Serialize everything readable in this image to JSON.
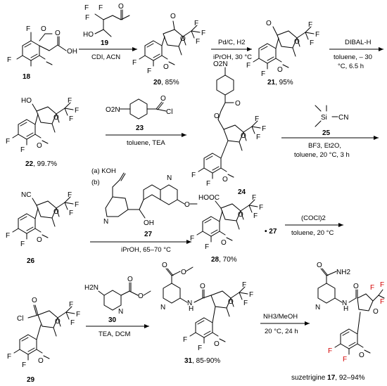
{
  "colors": {
    "ink": "#000000",
    "highlight": "#d40000"
  },
  "compounds": {
    "c18": {
      "num": "18",
      "atoms": [
        "F",
        "F",
        "O",
        "O",
        "OH"
      ]
    },
    "c19": {
      "num": "19",
      "atoms": [
        "F",
        "F",
        "F",
        "O",
        "HO"
      ]
    },
    "c20": {
      "num": "20",
      "yield": ", 85%",
      "atoms": [
        "O",
        "O",
        "F",
        "F",
        "F",
        "F",
        "F",
        "O"
      ]
    },
    "c21": {
      "num": "21",
      "yield": ", 95%",
      "atoms": [
        "O",
        "O",
        "F",
        "F",
        "F",
        "F",
        "F",
        "O"
      ]
    },
    "c22": {
      "num": "22",
      "yield": ", 99.7%",
      "atoms": [
        "HO",
        "O",
        "F",
        "F",
        "F",
        "F",
        "F",
        "O"
      ]
    },
    "c23": {
      "num": "23",
      "atoms": [
        "O",
        "Cl",
        "O2N"
      ]
    },
    "c24": {
      "num": "24",
      "atoms": [
        "O2N",
        "O",
        "O",
        "O",
        "F",
        "F",
        "F",
        "F",
        "F",
        "O"
      ]
    },
    "c25": {
      "num": "25",
      "atoms": [
        "Si",
        "CN"
      ]
    },
    "c26": {
      "num": "26",
      "atoms": [
        "NC",
        "O",
        "F",
        "F",
        "F",
        "F",
        "F",
        "O"
      ]
    },
    "c27": {
      "num": "27",
      "atoms": [
        "N",
        "N",
        "OH",
        "O"
      ]
    },
    "c28": {
      "num": "28",
      "yield": ", 70%",
      "salt": "• 27",
      "atoms": [
        "HOOC",
        "O",
        "F",
        "F",
        "F",
        "F",
        "F",
        "O"
      ]
    },
    "c29": {
      "num": "29",
      "atoms": [
        "O",
        "Cl",
        "O",
        "F",
        "F",
        "F",
        "F",
        "F",
        "O"
      ]
    },
    "c30": {
      "num": "30",
      "atoms": [
        "H2N",
        "N",
        "O",
        "O"
      ]
    },
    "c31": {
      "num": "31",
      "yield": ", 85-90%",
      "atoms": [
        "O",
        "O",
        "N",
        "H",
        "N",
        "O",
        "O",
        "F",
        "F",
        "F",
        "F",
        "F",
        "O"
      ]
    },
    "c17": {
      "name": "suzetrigine ",
      "num": "17",
      "yield": ", 92–94%",
      "atoms": [
        "O",
        "NH2",
        "N",
        "H",
        "N",
        "O",
        "O",
        "F",
        "F",
        "F",
        "F",
        "F",
        "O"
      ]
    }
  },
  "steps": {
    "s1": {
      "below": "CDI, ACN"
    },
    "s2": {
      "above": "Pd/C, H2",
      "below": "iPrOH, 30 °C"
    },
    "s3": {
      "above": "DIBAL-H",
      "below1": "toluene, – 30",
      "below2": "°C, 6.5 h"
    },
    "s4": {
      "below": "toluene, TEA"
    },
    "s5": {
      "below1": "BF3, Et2O,",
      "below2": "toluene, 20 °C, 3 h"
    },
    "s6": {
      "a": "(a) KOH",
      "b": "(b)",
      "below": "iPrOH, 65–70 °C"
    },
    "s7": {
      "above": "(COCl)2",
      "below": "toluene, 20 °C"
    },
    "s8": {
      "below": "TEA, DCM"
    },
    "s9": {
      "above": "NH3/MeOH",
      "below": "20 °C, 24 h"
    }
  }
}
